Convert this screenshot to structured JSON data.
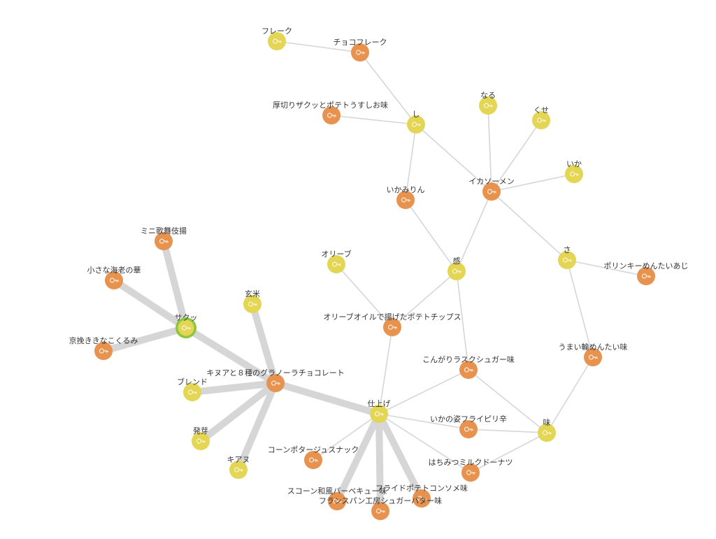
{
  "colors": {
    "keyword": "#e3d655",
    "product": "#e8924f",
    "selected_ring": "#8cc63f",
    "edge": "#d6d6d6"
  },
  "nodes": [
    {
      "id": "flake",
      "label": "フレーク",
      "kind": "keyword"
    },
    {
      "id": "chocoflake",
      "label": "チョコフレーク",
      "kind": "product"
    },
    {
      "id": "atsugiri",
      "label": "厚切りザクッとポテトうすしお味",
      "kind": "product"
    },
    {
      "id": "shi",
      "label": "し",
      "kind": "keyword"
    },
    {
      "id": "naru",
      "label": "なる",
      "kind": "keyword"
    },
    {
      "id": "kuse",
      "label": "くせ",
      "kind": "keyword"
    },
    {
      "id": "ika",
      "label": "いか",
      "kind": "keyword"
    },
    {
      "id": "ikasoumen",
      "label": "イカソーメン",
      "kind": "product"
    },
    {
      "id": "ikamirin",
      "label": "いかみりん",
      "kind": "product"
    },
    {
      "id": "kan",
      "label": "感",
      "kind": "keyword"
    },
    {
      "id": "sa",
      "label": "さ",
      "kind": "keyword"
    },
    {
      "id": "porinki",
      "label": "ポリンキーめんたいあじ",
      "kind": "product"
    },
    {
      "id": "olive",
      "label": "オリーブ",
      "kind": "keyword"
    },
    {
      "id": "olivechips",
      "label": "オリーブオイルで揚げたポテトチップス",
      "kind": "product"
    },
    {
      "id": "umaiwa",
      "label": "うまい輪めんたい味",
      "kind": "product"
    },
    {
      "id": "konggari",
      "label": "こんがりラスクシュガー味",
      "kind": "product"
    },
    {
      "id": "shiage",
      "label": "仕上げ",
      "kind": "keyword"
    },
    {
      "id": "ikanosugata",
      "label": "いかの姿フライピリ辛",
      "kind": "product"
    },
    {
      "id": "aji",
      "label": "味",
      "kind": "keyword"
    },
    {
      "id": "hachimitsu",
      "label": "はちみつミルクドーナツ",
      "kind": "product"
    },
    {
      "id": "cornpotage",
      "label": "コーンポタージュスナック",
      "kind": "product"
    },
    {
      "id": "scone",
      "label": "スコーン和風バーベキュー味",
      "kind": "product"
    },
    {
      "id": "fried",
      "label": "フライドポテトコンソメ味",
      "kind": "product"
    },
    {
      "id": "pankoubou",
      "label": "フランスパン工房シュガーバター味",
      "kind": "product"
    },
    {
      "id": "minikabuki",
      "label": "ミニ歌舞伎揚",
      "kind": "product"
    },
    {
      "id": "chiisana",
      "label": "小さな海老の華",
      "kind": "product"
    },
    {
      "id": "sakku",
      "label": "サクッ",
      "kind": "keyword",
      "selected": true
    },
    {
      "id": "kyoage",
      "label": "京挽ききなこくるみ",
      "kind": "product"
    },
    {
      "id": "genmai",
      "label": "玄米",
      "kind": "keyword"
    },
    {
      "id": "kinua8",
      "label": "キヌアと８種のグラノーラチョコレート",
      "kind": "product"
    },
    {
      "id": "blend",
      "label": "ブレンド",
      "kind": "keyword"
    },
    {
      "id": "hatsuga",
      "label": "発芽",
      "kind": "keyword"
    },
    {
      "id": "kinua",
      "label": "キアヌ",
      "kind": "keyword"
    }
  ],
  "edges": [
    {
      "source": "flake",
      "target": "chocoflake",
      "weight": 1
    },
    {
      "source": "chocoflake",
      "target": "shi",
      "weight": 1
    },
    {
      "source": "atsugiri",
      "target": "shi",
      "weight": 1
    },
    {
      "source": "shi",
      "target": "ikasoumen",
      "weight": 1
    },
    {
      "source": "shi",
      "target": "ikamirin",
      "weight": 1
    },
    {
      "source": "naru",
      "target": "ikasoumen",
      "weight": 1
    },
    {
      "source": "kuse",
      "target": "ikasoumen",
      "weight": 1
    },
    {
      "source": "ika",
      "target": "ikasoumen",
      "weight": 1
    },
    {
      "source": "ikasoumen",
      "target": "kan",
      "weight": 1
    },
    {
      "source": "ikasoumen",
      "target": "sa",
      "weight": 1
    },
    {
      "source": "ikamirin",
      "target": "kan",
      "weight": 1
    },
    {
      "source": "sa",
      "target": "porinki",
      "weight": 1
    },
    {
      "source": "sa",
      "target": "umaiwa",
      "weight": 1
    },
    {
      "source": "olive",
      "target": "olivechips",
      "weight": 1
    },
    {
      "source": "kan",
      "target": "olivechips",
      "weight": 1
    },
    {
      "source": "kan",
      "target": "konggari",
      "weight": 1
    },
    {
      "source": "olivechips",
      "target": "shiage",
      "weight": 1
    },
    {
      "source": "umaiwa",
      "target": "aji",
      "weight": 1
    },
    {
      "source": "konggari",
      "target": "shiage",
      "weight": 1
    },
    {
      "source": "konggari",
      "target": "aji",
      "weight": 1
    },
    {
      "source": "shiage",
      "target": "ikanosugata",
      "weight": 1
    },
    {
      "source": "ikanosugata",
      "target": "aji",
      "weight": 1
    },
    {
      "source": "shiage",
      "target": "hachimitsu",
      "weight": 1
    },
    {
      "source": "hachimitsu",
      "target": "aji",
      "weight": 1
    },
    {
      "source": "shiage",
      "target": "cornpotage",
      "weight": 1
    },
    {
      "source": "shiage",
      "target": "kinua8",
      "weight": 4
    },
    {
      "source": "shiage",
      "target": "scone",
      "weight": 4
    },
    {
      "source": "shiage",
      "target": "pankoubou",
      "weight": 4
    },
    {
      "source": "shiage",
      "target": "fried",
      "weight": 4
    },
    {
      "source": "minikabuki",
      "target": "sakku",
      "weight": 4
    },
    {
      "source": "chiisana",
      "target": "sakku",
      "weight": 4
    },
    {
      "source": "kyoage",
      "target": "sakku",
      "weight": 4
    },
    {
      "source": "sakku",
      "target": "kinua8",
      "weight": 4
    },
    {
      "source": "genmai",
      "target": "kinua8",
      "weight": 4
    },
    {
      "source": "blend",
      "target": "kinua8",
      "weight": 4
    },
    {
      "source": "hatsuga",
      "target": "kinua8",
      "weight": 4
    },
    {
      "source": "kinua",
      "target": "kinua8",
      "weight": 4
    }
  ]
}
